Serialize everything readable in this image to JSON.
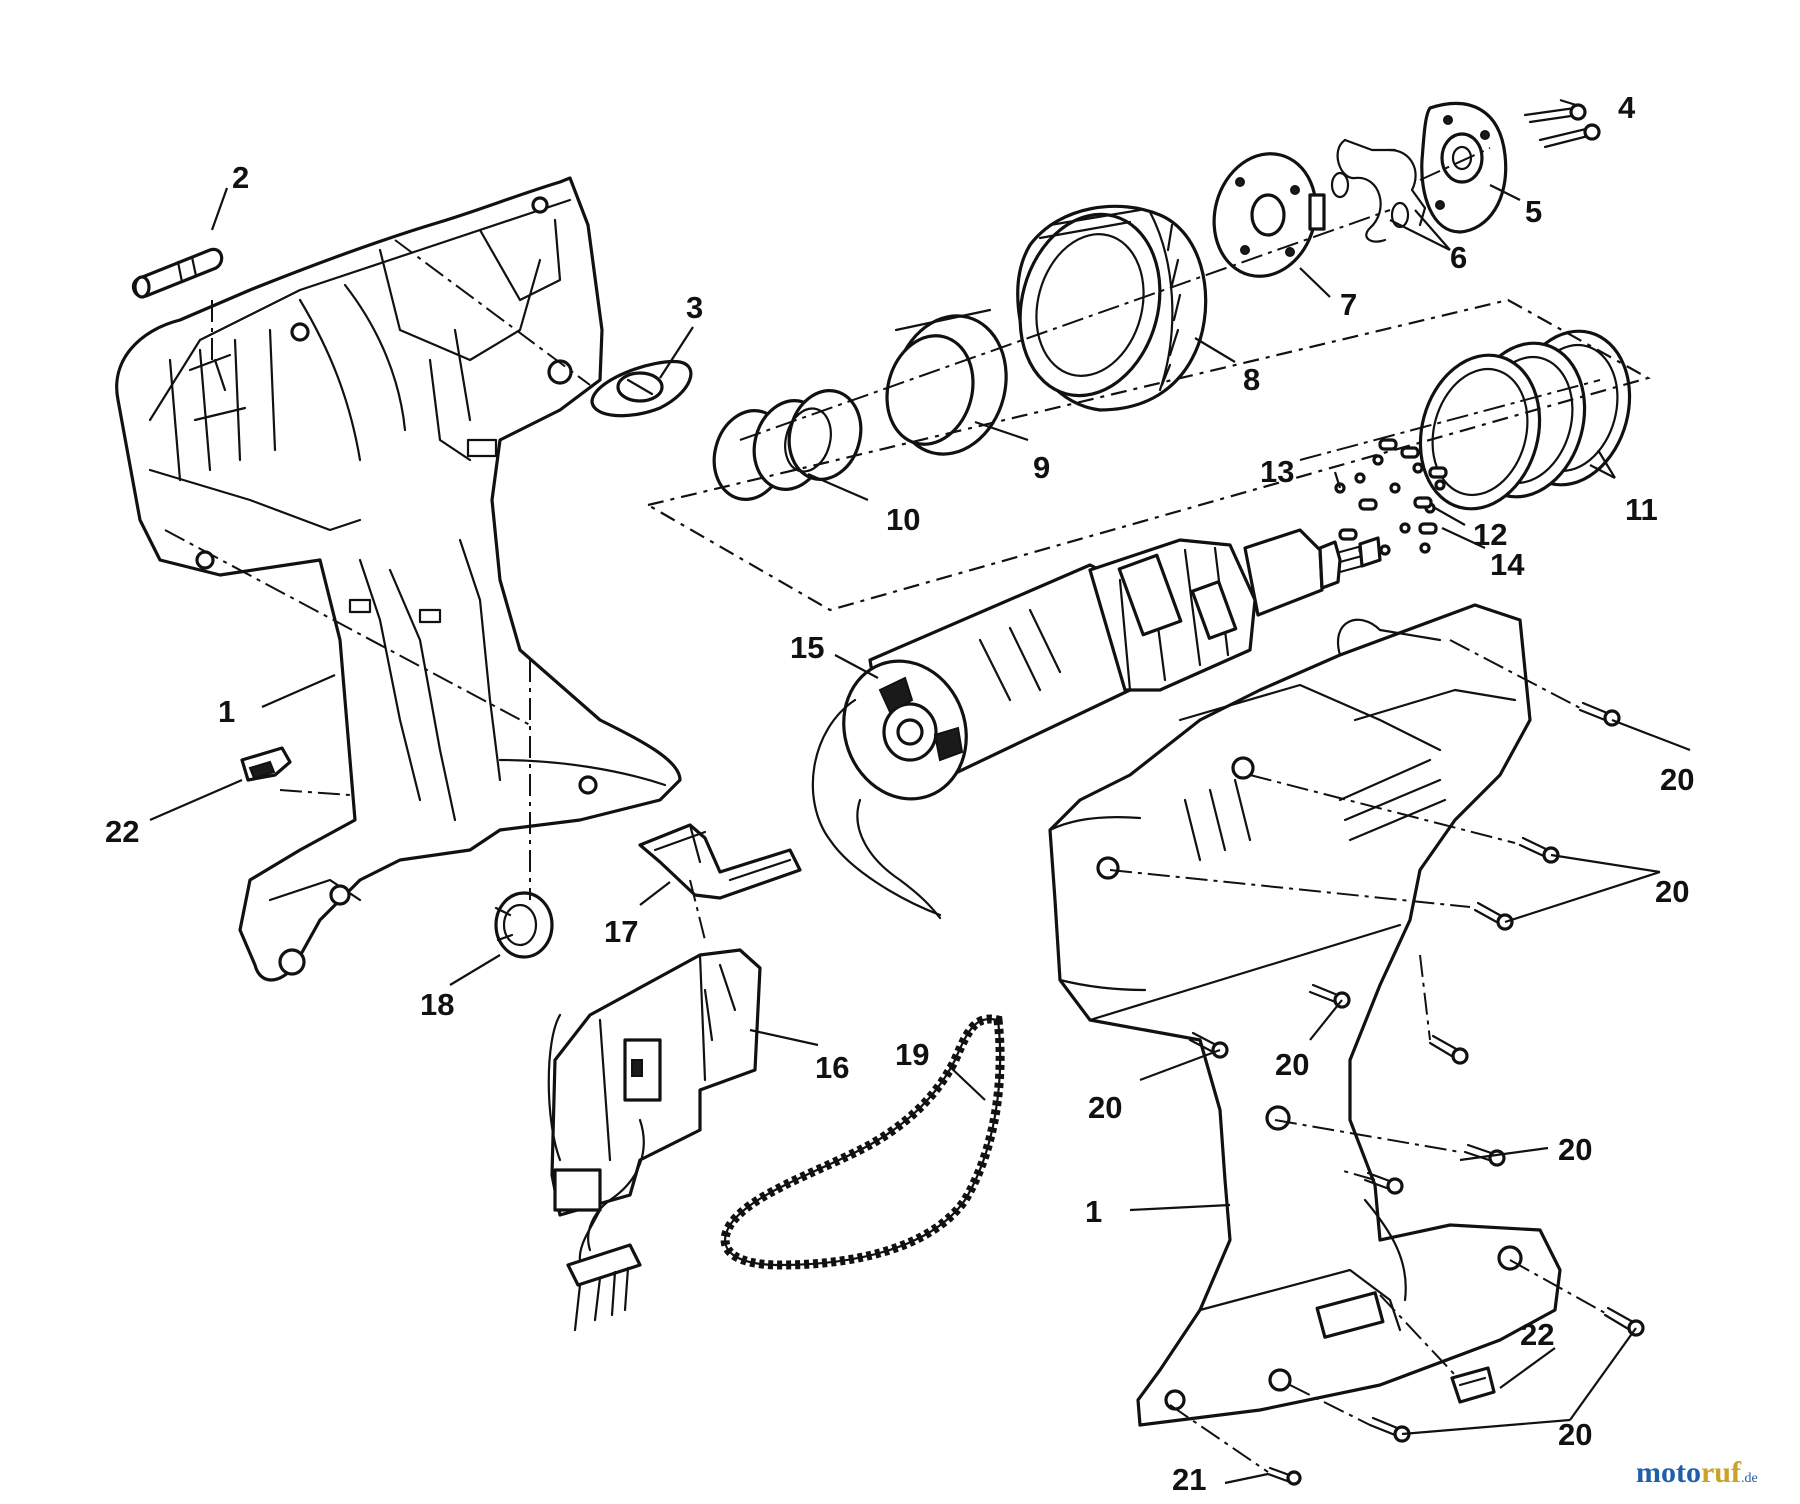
{
  "callouts": {
    "c1a": "1",
    "c1b": "1",
    "c2": "2",
    "c3": "3",
    "c4": "4",
    "c5": "5",
    "c6": "6",
    "c7": "7",
    "c8": "8",
    "c9": "9",
    "c10": "10",
    "c11": "11",
    "c12": "12",
    "c13": "13",
    "c14": "14",
    "c15": "15",
    "c16": "16",
    "c17": "17",
    "c18": "18",
    "c19": "19",
    "c20a": "20",
    "c20b": "20",
    "c20c": "20",
    "c20d": "20",
    "c20e": "20",
    "c20f": "20",
    "c21": "21",
    "c22a": "22",
    "c22b": "22"
  },
  "watermark": {
    "name_a": "moto",
    "name_b": "ruf",
    "suffix": ".de"
  },
  "colors": {
    "ink": "#111111",
    "paper": "#ffffff",
    "watermark_blue": "#1f5ea8",
    "watermark_gold": "#c9a227"
  }
}
